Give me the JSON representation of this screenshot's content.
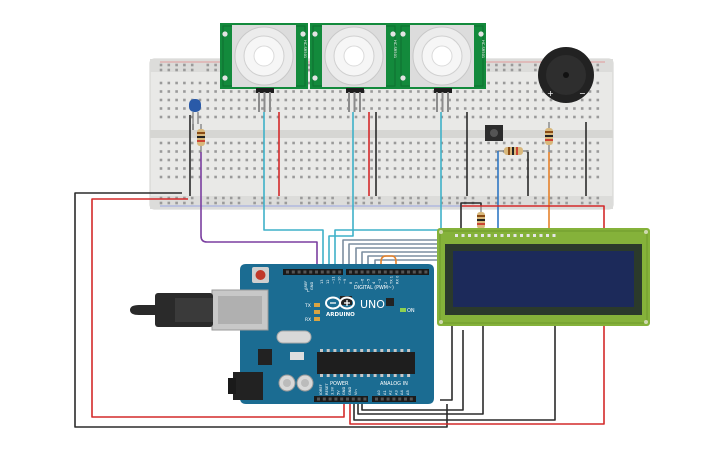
{
  "arduino": {
    "brand": "ARDUINO",
    "model": "UNO",
    "digital_label": "DIGITAL (PWM~)",
    "power_label": "POWER",
    "analog_label": "ANALOG IN",
    "tx_label": "TX",
    "rx_label": "RX",
    "on_label": "ON",
    "l_label": "L",
    "aref_label": "AREF",
    "gnd_label": "GND",
    "digital_pins": [
      "13",
      "12",
      "~11",
      "~10",
      "~9",
      "8",
      "7",
      "~6",
      "~5",
      "4",
      "~3",
      "2",
      "TX 1",
      "RX 0"
    ],
    "power_pins": [
      "IOREF",
      "RESET",
      "3.3V",
      "5V",
      "GND",
      "GND",
      "Vin"
    ],
    "analog_pins": [
      "A0",
      "A1",
      "A2",
      "A3",
      "A4",
      "A5"
    ]
  },
  "pir_sensor": {
    "side_label": "HC-SR501"
  },
  "buzzer": {
    "plus": "+",
    "minus": "−"
  },
  "colors": {
    "breadboard": "#e8e8e6",
    "arduino_pcb": "#1b6c92",
    "pir_pcb": "#138a3c",
    "lcd_pcb": "#85b23a",
    "lcd_screen": "#1c2a5a",
    "wire_red": "#d42a2a",
    "wire_black": "#2b2b2b",
    "wire_cyan": "#3fb1c8",
    "wire_purple": "#7b3fa0",
    "wire_orange": "#e5822b",
    "wire_blue": "#2f78c4",
    "led_blue": "#2a5aa8"
  }
}
